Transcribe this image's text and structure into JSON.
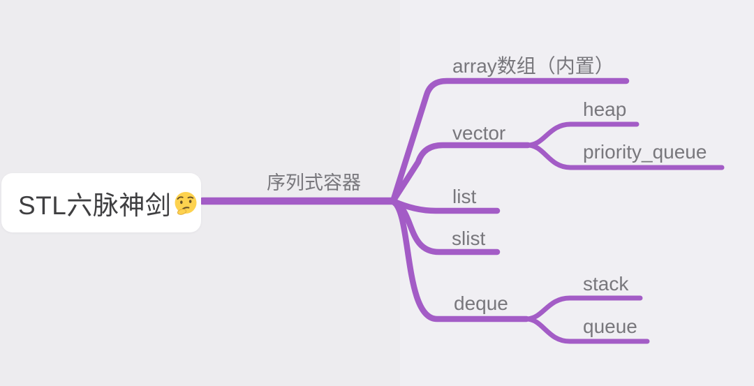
{
  "palette": {
    "background": "#edecef",
    "background_right_panel": "#f0eff3",
    "branch_line": "#a35cc6",
    "node_text": "#78777c",
    "root_text": "#3f3f41",
    "root_background": "#ffffff"
  },
  "mindmap": {
    "root": {
      "label": "STL六脉神剑",
      "emoji": "🤔"
    },
    "branch": {
      "label": "序列式容器",
      "children": [
        {
          "label": "array数组（内置）",
          "children": []
        },
        {
          "label": "vector",
          "children": [
            {
              "label": "heap"
            },
            {
              "label": "priority_queue"
            }
          ]
        },
        {
          "label": "list",
          "children": []
        },
        {
          "label": "slist",
          "children": []
        },
        {
          "label": "deque",
          "children": [
            {
              "label": "stack"
            },
            {
              "label": "queue"
            }
          ]
        }
      ]
    }
  }
}
